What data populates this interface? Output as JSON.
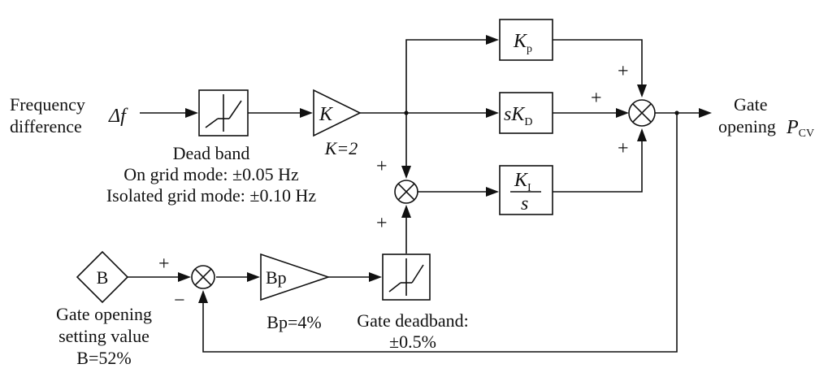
{
  "input": {
    "label_line1": "Frequency",
    "label_line2": "difference",
    "symbol": "Δf"
  },
  "dead_band": {
    "title": "Dead band",
    "on_grid": "On grid mode: ±0.05 Hz",
    "isolated_grid": "Isolated grid mode: ±0.10 Hz"
  },
  "gain_k": {
    "symbol": "K",
    "value_label": "K=2"
  },
  "kp_block": {
    "main": "K",
    "sub": "p"
  },
  "kd_block": {
    "prefix": "sK",
    "sub": "D"
  },
  "ki_block": {
    "num": "K",
    "num_sub": "I",
    "den": "s"
  },
  "output": {
    "line1": "Gate",
    "line2": "opening",
    "symbol": "P",
    "symbol_sub": "CV"
  },
  "setpoint": {
    "symbol": "B",
    "line1": "Gate opening",
    "line2": "setting value",
    "line3": "B=52%"
  },
  "gain_bp": {
    "symbol": "Bp",
    "value_label": "Bp=4%"
  },
  "gate_deadband": {
    "line1": "Gate deadband:",
    "line2": "±0.5%"
  },
  "signs": {
    "plus": "+",
    "minus": "−"
  }
}
